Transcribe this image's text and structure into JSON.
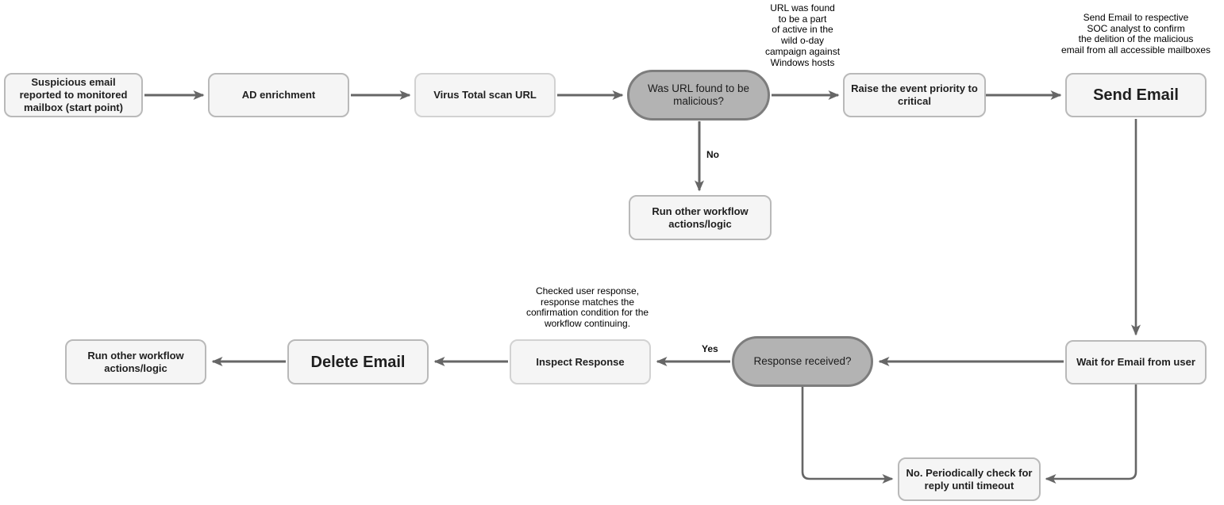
{
  "colors": {
    "node_fill": "#f5f5f5",
    "node_border": "#b9b9b9",
    "node_border_light": "#d2d2d2",
    "decision_fill": "#b3b3b3",
    "decision_border": "#7d7d7d",
    "edge": "#666666",
    "text": "#1f1f1f"
  },
  "nodes": {
    "start": {
      "label": "Suspicious email reported to monitored mailbox (start point)",
      "type": "process"
    },
    "ad_enrichment": {
      "label": "AD enrichment",
      "type": "process"
    },
    "virus_total": {
      "label": "Virus Total scan URL",
      "type": "process"
    },
    "url_malicious": {
      "label": "Was URL found to be malicious?",
      "type": "decision"
    },
    "raise_priority": {
      "label": "Raise the event priority to critical",
      "type": "process"
    },
    "send_email": {
      "label": "Send Email",
      "type": "process-emphasis"
    },
    "run_other_top": {
      "label": "Run other workflow actions/logic",
      "type": "process"
    },
    "wait_email": {
      "label": "Wait for Email from user",
      "type": "process"
    },
    "response_received": {
      "label": "Response received?",
      "type": "decision"
    },
    "inspect_response": {
      "label": "Inspect Response",
      "type": "process"
    },
    "delete_email": {
      "label": "Delete Email",
      "type": "process-emphasis"
    },
    "run_other_bottom": {
      "label": "Run other workflow actions/logic",
      "type": "process"
    },
    "periodic_check": {
      "label": "No. Periodically check for reply until timeout",
      "type": "process"
    }
  },
  "annotations": {
    "url_campaign_note": {
      "text": "URL was found\nto be a part\nof active in the\nwild o-day\ncampaign against\nWindows hosts"
    },
    "send_email_note": {
      "text": "Send Email to respective\nSOC analyst to confirm\nthe delition of the malicious\nemail from all accessible mailboxes"
    },
    "inspect_response_note": {
      "text": "Checked user response,\nresponse matches the\nconfirmation condition for the\nworkflow continuing."
    }
  },
  "edge_labels": {
    "no": "No",
    "yes": "Yes"
  },
  "edges": [
    {
      "from": "start",
      "to": "ad_enrichment",
      "label": ""
    },
    {
      "from": "ad_enrichment",
      "to": "virus_total",
      "label": ""
    },
    {
      "from": "virus_total",
      "to": "url_malicious",
      "label": ""
    },
    {
      "from": "url_malicious",
      "to": "raise_priority",
      "label": ""
    },
    {
      "from": "raise_priority",
      "to": "send_email",
      "label": ""
    },
    {
      "from": "url_malicious",
      "to": "run_other_top",
      "label": "No"
    },
    {
      "from": "send_email",
      "to": "wait_email",
      "label": ""
    },
    {
      "from": "wait_email",
      "to": "response_received",
      "label": ""
    },
    {
      "from": "response_received",
      "to": "inspect_response",
      "label": "Yes"
    },
    {
      "from": "inspect_response",
      "to": "delete_email",
      "label": ""
    },
    {
      "from": "delete_email",
      "to": "run_other_bottom",
      "label": ""
    },
    {
      "from": "response_received",
      "to": "periodic_check",
      "label": ""
    },
    {
      "from": "wait_email",
      "to": "periodic_check",
      "label": ""
    }
  ]
}
